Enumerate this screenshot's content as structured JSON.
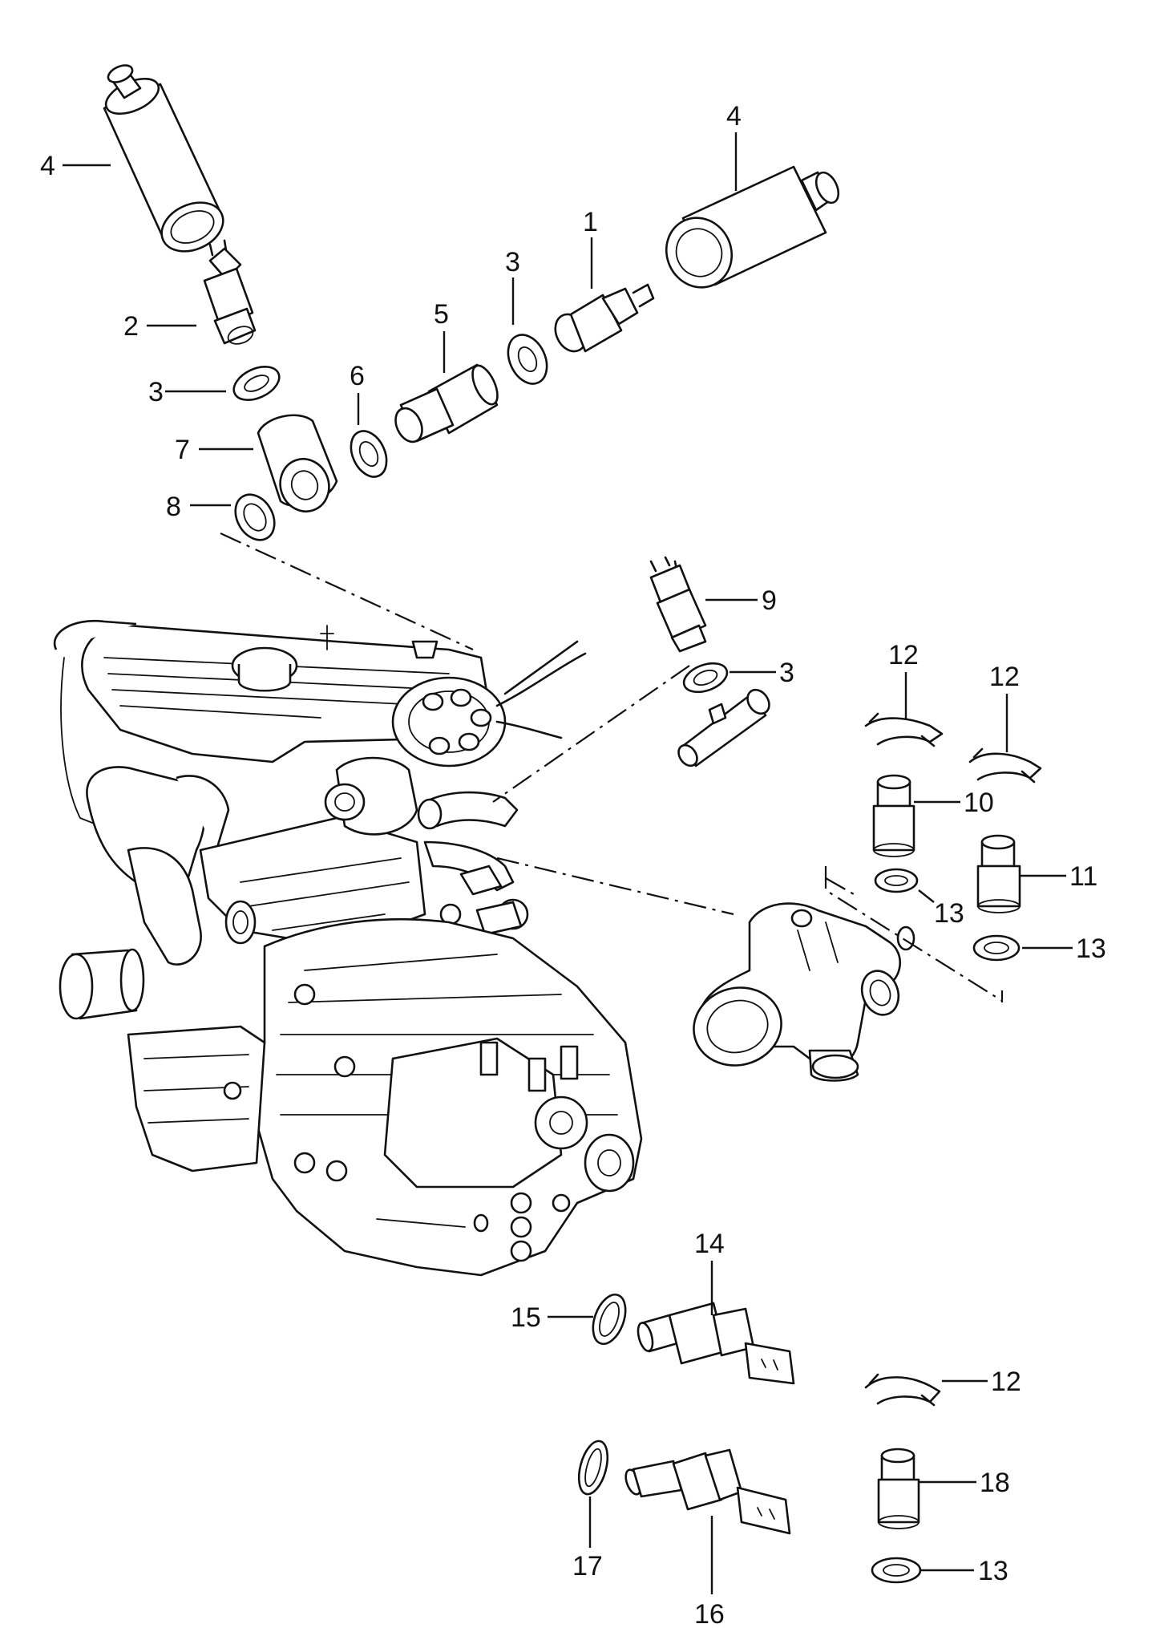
{
  "diagram": {
    "callouts": [
      {
        "id": "c1",
        "text": "1"
      },
      {
        "id": "c2",
        "text": "2"
      },
      {
        "id": "c3a",
        "text": "3"
      },
      {
        "id": "c3b",
        "text": "3"
      },
      {
        "id": "c3c",
        "text": "3"
      },
      {
        "id": "c4a",
        "text": "4"
      },
      {
        "id": "c4b",
        "text": "4"
      },
      {
        "id": "c5",
        "text": "5"
      },
      {
        "id": "c6",
        "text": "6"
      },
      {
        "id": "c7",
        "text": "7"
      },
      {
        "id": "c8",
        "text": "8"
      },
      {
        "id": "c9",
        "text": "9"
      },
      {
        "id": "c10",
        "text": "10"
      },
      {
        "id": "c11",
        "text": "11"
      },
      {
        "id": "c12a",
        "text": "12"
      },
      {
        "id": "c12b",
        "text": "12"
      },
      {
        "id": "c12c",
        "text": "12"
      },
      {
        "id": "c13a",
        "text": "13"
      },
      {
        "id": "c13b",
        "text": "13"
      },
      {
        "id": "c13c",
        "text": "13"
      },
      {
        "id": "c14",
        "text": "14"
      },
      {
        "id": "c15",
        "text": "15"
      },
      {
        "id": "c16",
        "text": "16"
      },
      {
        "id": "c17",
        "text": "17"
      },
      {
        "id": "c18",
        "text": "18"
      }
    ]
  }
}
